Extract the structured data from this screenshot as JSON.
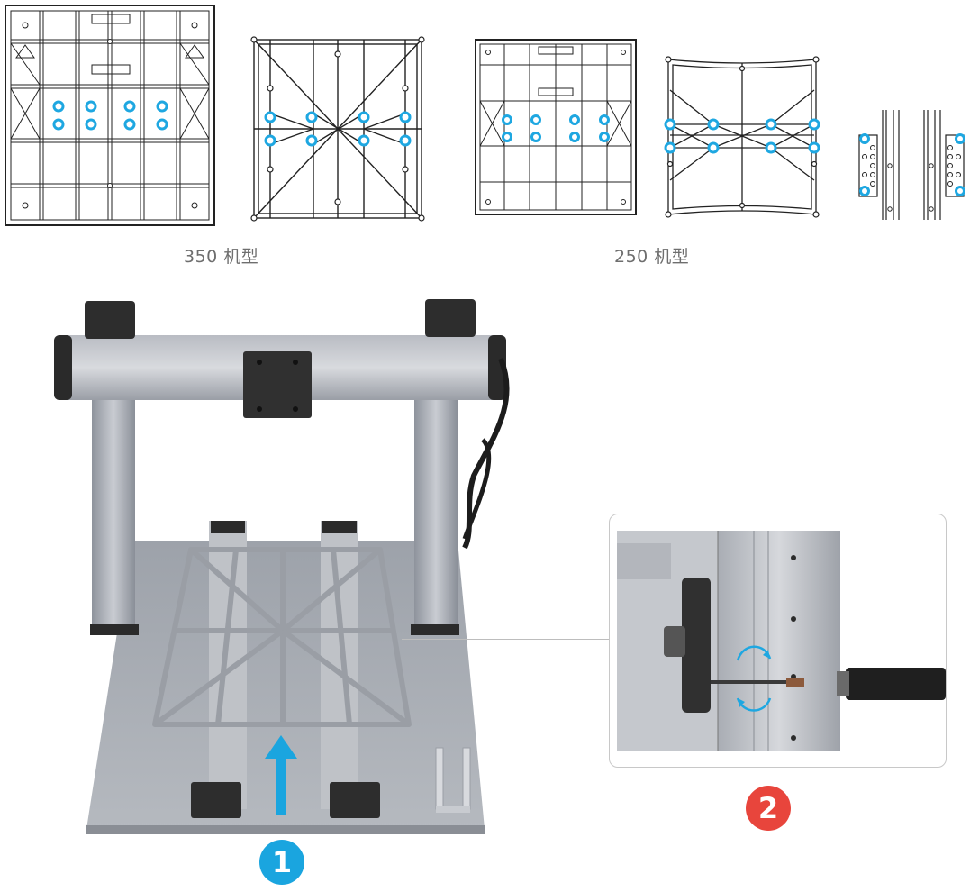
{
  "captions": {
    "model_350": "350 机型",
    "model_250": "250 机型"
  },
  "steps": {
    "step1": "1",
    "step2": "2"
  },
  "colors": {
    "highlight": "#1ea7e1",
    "step1": "#1aa5df",
    "step2": "#e8453c",
    "line_art": "#222222",
    "caption_text": "#6e6e6e"
  },
  "icons": {
    "rotation": "rotate-arrows-icon",
    "push": "up-arrow-icon"
  }
}
